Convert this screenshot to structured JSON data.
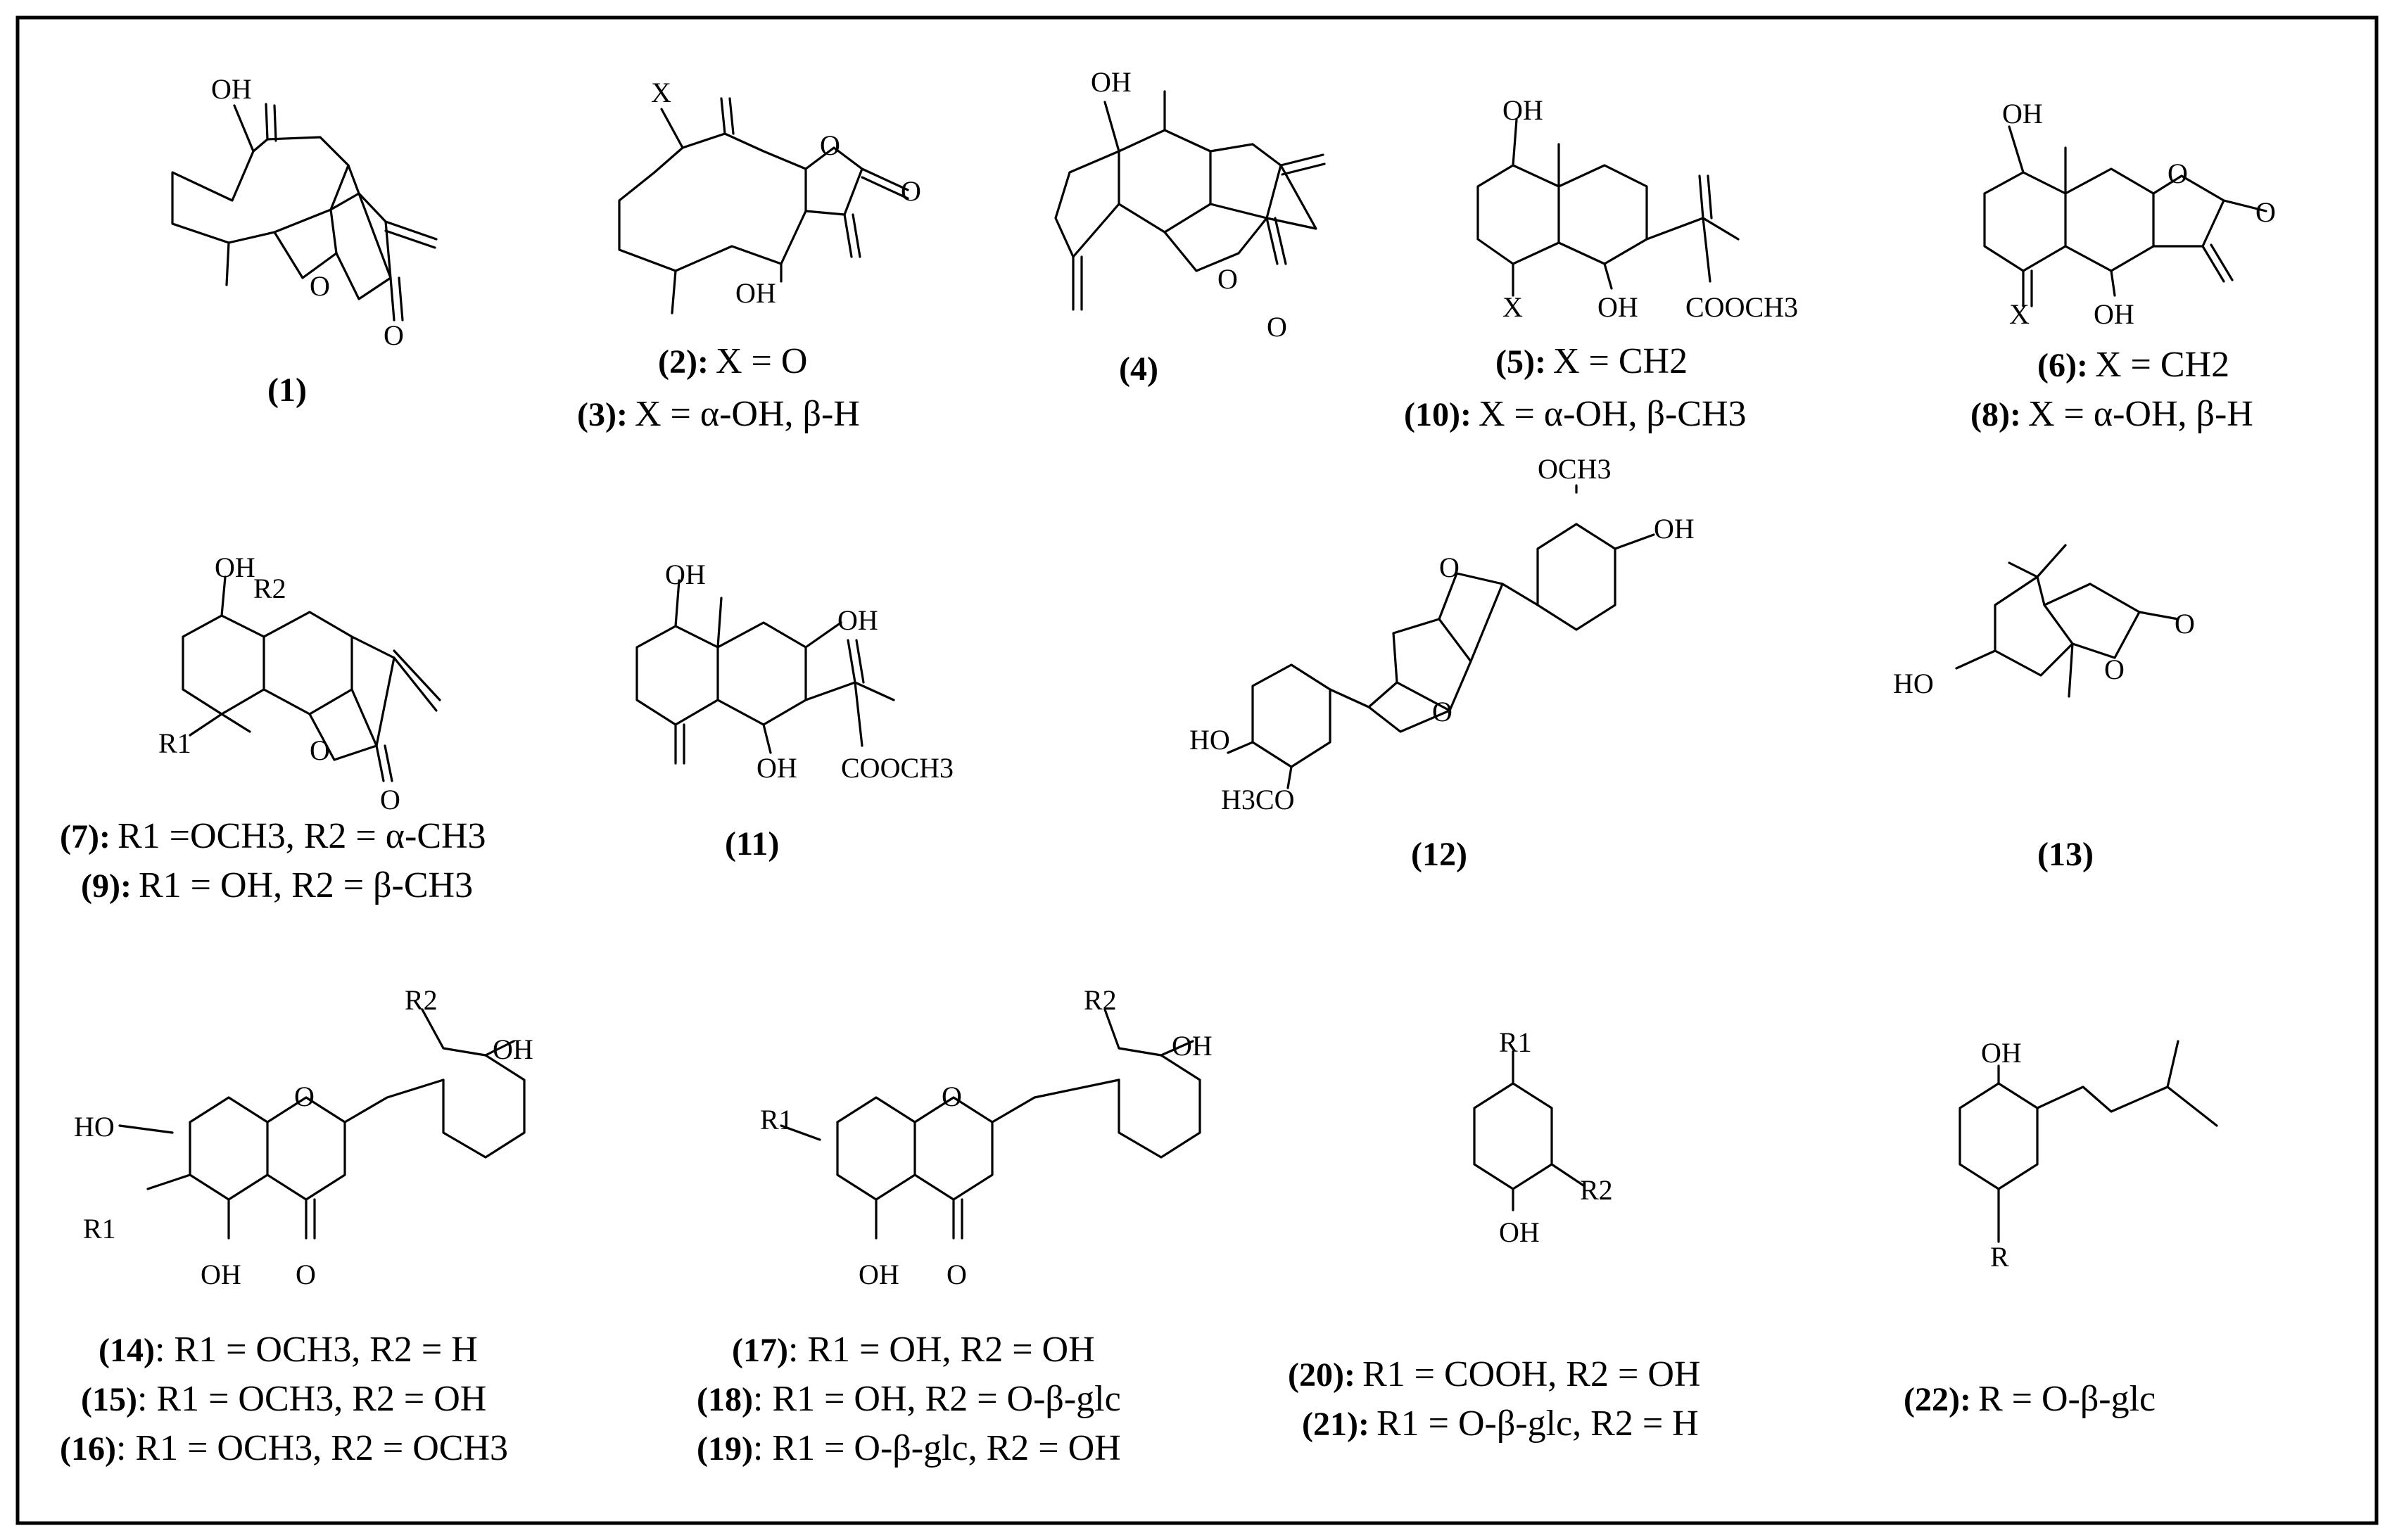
{
  "figure": {
    "compounds": [
      {
        "id": "1",
        "number": "(1)",
        "atoms": [
          "OH",
          "O",
          "O"
        ],
        "captions": []
      },
      {
        "id": "2-3",
        "number": "",
        "atoms": [
          "X",
          "O",
          "O",
          "OH"
        ],
        "captions": [
          {
            "num": "(2):",
            "text": "X = O"
          },
          {
            "num": "(3):",
            "text": "X = α-OH, β-H"
          }
        ]
      },
      {
        "id": "4",
        "number": "(4)",
        "atoms": [
          "OH",
          "O",
          "O"
        ],
        "captions": []
      },
      {
        "id": "5-10",
        "number": "",
        "atoms": [
          "OH",
          "X",
          "OH",
          "COOCH3"
        ],
        "captions": [
          {
            "num": "(5):",
            "text": "X = CH2"
          },
          {
            "num": "(10):",
            "text": "X = α-OH, β-CH3"
          }
        ]
      },
      {
        "id": "6-8",
        "number": "",
        "atoms": [
          "OH",
          "O",
          "O",
          "X",
          "OH"
        ],
        "captions": [
          {
            "num": "(6):",
            "text": "X = CH2"
          },
          {
            "num": "(8):",
            "text": "X = α-OH, β-H"
          }
        ]
      },
      {
        "id": "7-9",
        "number": "",
        "atoms": [
          "OH",
          "R2",
          "R1",
          "O",
          "O"
        ],
        "captions": [
          {
            "num": "(7):",
            "text": "R1 =OCH3, R2 = α-CH3"
          },
          {
            "num": "(9):",
            "text": "R1 = OH, R2 = β-CH3"
          }
        ]
      },
      {
        "id": "11",
        "number": "(11)",
        "atoms": [
          "OH",
          "OH",
          "OH",
          "COOCH3"
        ],
        "captions": []
      },
      {
        "id": "12",
        "number": "(12)",
        "atoms": [
          "OCH3",
          "OH",
          "O",
          "O",
          "HO",
          "H3CO"
        ],
        "captions": []
      },
      {
        "id": "13",
        "number": "(13)",
        "atoms": [
          "HO",
          "O",
          "O"
        ],
        "captions": []
      },
      {
        "id": "14-16",
        "number": "",
        "atoms": [
          "R2",
          "OH",
          "HO",
          "O",
          "R1",
          "OH",
          "O"
        ],
        "captions": [
          {
            "num": "(14)",
            "text": ": R1 = OCH3, R2 = H"
          },
          {
            "num": "(15)",
            "text": ": R1 = OCH3, R2 = OH"
          },
          {
            "num": "(16)",
            "text": ": R1 = OCH3, R2 = OCH3"
          }
        ]
      },
      {
        "id": "17-19",
        "number": "",
        "atoms": [
          "R2",
          "OH",
          "R1",
          "O",
          "OH",
          "O"
        ],
        "captions": [
          {
            "num": "(17)",
            "text": ": R1 = OH, R2 = OH"
          },
          {
            "num": "(18)",
            "text": ": R1 = OH, R2 = O-β-glc"
          },
          {
            "num": "(19)",
            "text": ": R1 = O-β-glc, R2 = OH"
          }
        ]
      },
      {
        "id": "20-21",
        "number": "",
        "atoms": [
          "R1",
          "R2",
          "OH"
        ],
        "captions": [
          {
            "num": "(20):",
            "text": "R1 = COOH, R2 = OH"
          },
          {
            "num": "(21):",
            "text": "R1 = O-β-glc, R2 = H"
          }
        ]
      },
      {
        "id": "22",
        "number": "",
        "atoms": [
          "OH",
          "R"
        ],
        "captions": [
          {
            "num": "(22):",
            "text": "R = O-β-glc"
          }
        ]
      }
    ]
  }
}
